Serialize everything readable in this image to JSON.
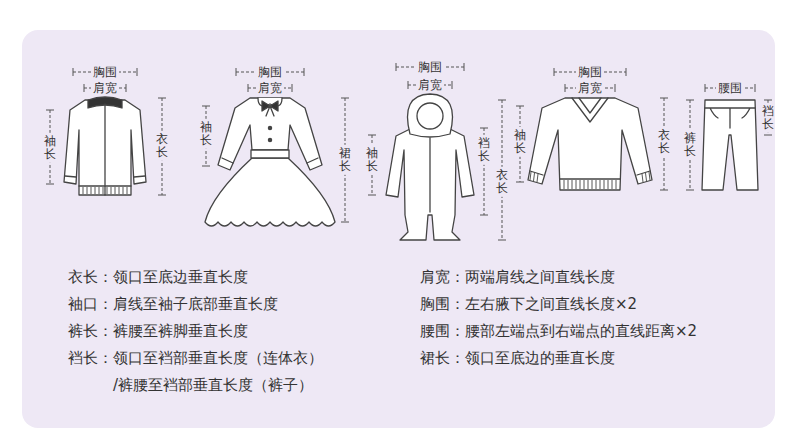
{
  "diagram": {
    "labels": [
      "胸围",
      "肩宽",
      "袖长",
      "衣长",
      "胸围",
      "肩宽",
      "袖长",
      "裙长",
      "胸围",
      "肩宽",
      "袖长",
      "裆长",
      "衣长",
      "胸围",
      "肩宽",
      "袖长",
      "衣长",
      "腰围",
      "裤长",
      "裆长",
      "衣长：领口至底边垂直长度",
      "袖口：肩线至袖子底部垂直长度",
      "裤长：裤腰至裤脚垂直长度",
      "裆长：领口至裆部垂直长度（连体衣） /裤腰至裆部垂直长度（裤子）",
      "肩宽：两端肩线之间直线长度",
      "胸围：左右腋下之间直线长度×2",
      "腰围：腰部左端点到右端点的直线距离×2",
      "裙长：领口至底边的垂直长度"
    ]
  }
}
